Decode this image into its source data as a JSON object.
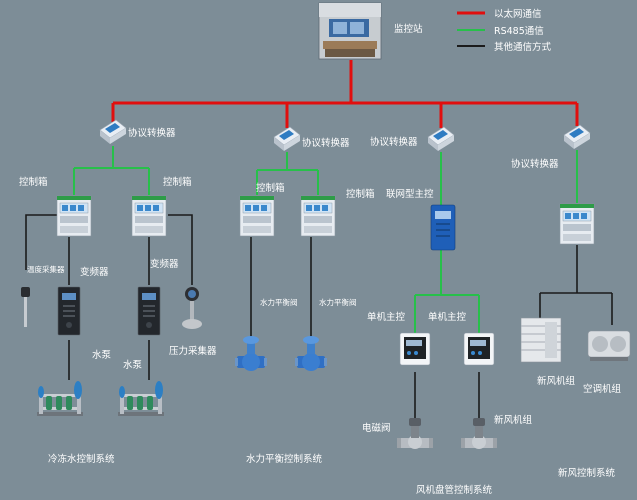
{
  "colors": {
    "background": "#7d8d97",
    "ethernet": "#e10e0e",
    "rs485": "#27c04a",
    "other": "#1b1b1b",
    "text": "#ffffff"
  },
  "legend": {
    "ethernet": "以太网通信",
    "rs485": "RS485通信",
    "other": "其他通信方式"
  },
  "station": {
    "label": "监控站"
  },
  "converters": [
    "协议转换器",
    "协议转换器",
    "协议转换器",
    "协议转换器"
  ],
  "control_box": "控制箱",
  "devices": {
    "temp_collector": "温度采集器",
    "vfd": "变频器",
    "pressure_collector": "压力采集器",
    "pump": "水泵",
    "balance_valve": "水力平衡阀",
    "network_master": "联网型主控",
    "standalone_master": "单机主控",
    "solenoid_valve": "电磁阀",
    "fresh_air_unit": "新风机组",
    "ac_unit": "空调机组"
  },
  "systems": {
    "chilled_water": "冷冻水控制系统",
    "balance": "水力平衡控制系统",
    "fan_coil": "风机盘管控制系统",
    "fresh_air": "新风控制系统"
  },
  "icons": {
    "station": "monitoring-room-photo",
    "converter": "protocol-converter-icon",
    "cabinet": "control-cabinet-icon",
    "sensor": "temperature-probe-icon",
    "vfd": "inverter-icon",
    "pressure": "pressure-sensor-icon",
    "pump": "pump-set-icon",
    "valve": "balance-valve-icon",
    "master": "master-controller-icon",
    "thermostat": "thermostat-panel-icon",
    "solenoid": "solenoid-valve-icon",
    "ahu": "air-handling-unit-icon"
  }
}
